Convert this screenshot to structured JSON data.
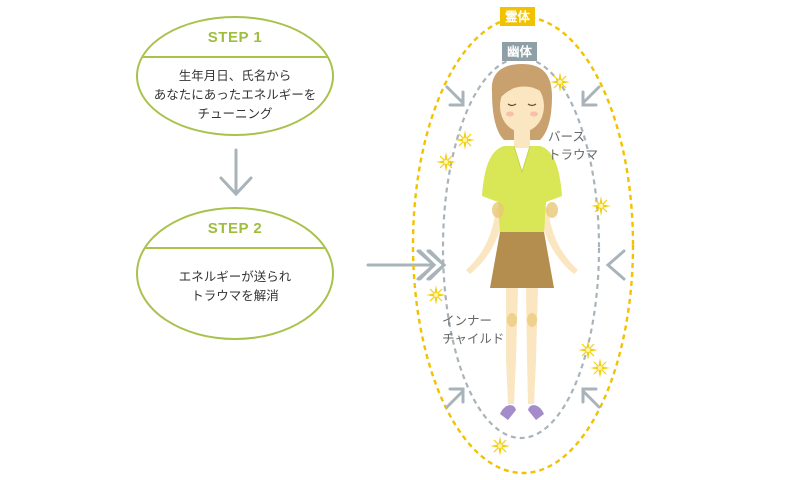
{
  "steps": [
    {
      "title": "STEP 1",
      "lines": [
        "生年月日、氏名から",
        "あなたにあったエネルギーを",
        "チューニング"
      ]
    },
    {
      "title": "STEP 2",
      "lines": [
        "エネルギーが送られ",
        "トラウマを解消"
      ]
    }
  ],
  "body_labels": {
    "spirit_body": "霊体",
    "etheric_body": "幽体",
    "birth_trauma": [
      "バース",
      "トラウマ"
    ],
    "inner_child": [
      "インナー",
      "チャイルド"
    ]
  },
  "colors": {
    "step_outline": "#a8c24c",
    "spirit_body": "#f2c200",
    "etheric_body": "#8f9fa7",
    "arrow": "#a9b4ba",
    "sparkle": "#f2cf10",
    "shirt": "#d9e656",
    "skirt": "#b48e4e",
    "hair": "#c9a16e"
  }
}
